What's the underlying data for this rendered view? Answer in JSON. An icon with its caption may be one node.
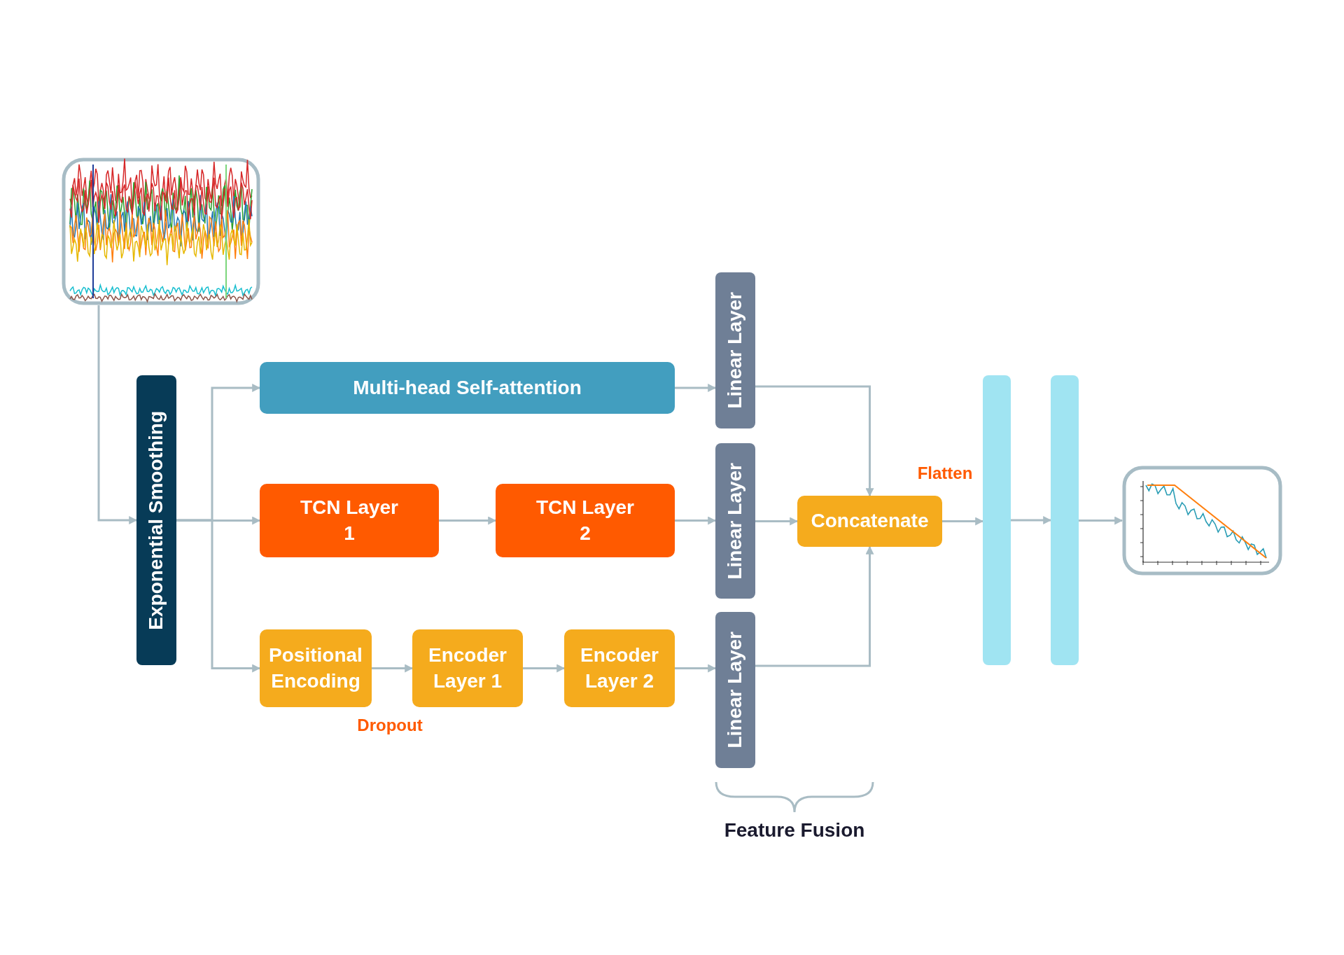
{
  "diagram": {
    "nodes": [
      {
        "text": [],
        "shape": "picture"
      },
      {
        "text": [
          "Exponential Smoothing"
        ]
      },
      {
        "text": [
          "Multi-head Self-attention"
        ]
      },
      {
        "text": [
          "TCN Layer 1"
        ]
      },
      {
        "text": [
          "TCN Layer 2"
        ]
      },
      {
        "text": [
          "Positional Encoding"
        ]
      },
      {
        "text": [
          "Encoder Layer 1"
        ]
      },
      {
        "text": [
          "Encoder Layer 2"
        ]
      },
      {
        "text": [
          "Linear Layer"
        ]
      },
      {
        "text": [
          "Linear Layer"
        ]
      },
      {
        "text": [
          "Linear Layer"
        ]
      },
      {
        "text": [
          "Concatenate"
        ]
      },
      {
        "text": [],
        "shape": "bar"
      },
      {
        "text": [],
        "shape": "bar"
      },
      {
        "text": [],
        "shape": "picture"
      }
    ],
    "edges": [
      {
        "from": 0,
        "to": 1,
        "arrow": "to"
      },
      {
        "from": 1,
        "to": 2,
        "arrow": "to"
      },
      {
        "from": 1,
        "to": 3,
        "arrow": "to"
      },
      {
        "from": 1,
        "to": 5,
        "arrow": "to"
      },
      {
        "from": 3,
        "to": 4,
        "arrow": "to"
      },
      {
        "from": 5,
        "to": 6,
        "arrow": "to"
      },
      {
        "from": 6,
        "to": 7,
        "arrow": "to"
      },
      {
        "from": 2,
        "to": 8,
        "arrow": "to"
      },
      {
        "from": 4,
        "to": 9,
        "arrow": "to"
      },
      {
        "from": 7,
        "to": 10,
        "arrow": "to"
      },
      {
        "from": 8,
        "to": 11,
        "arrow": "to"
      },
      {
        "from": 9,
        "to": 11,
        "arrow": "to"
      },
      {
        "from": 10,
        "to": 11,
        "arrow": "to"
      },
      {
        "from": 11,
        "to": 12,
        "arrow": "to"
      },
      {
        "from": 12,
        "to": 13,
        "arrow": "to"
      },
      {
        "from": 13,
        "to": 14,
        "arrow": "to"
      }
    ],
    "labels": [
      "Flatten",
      "Dropout",
      "Feature Fusion"
    ]
  }
}
